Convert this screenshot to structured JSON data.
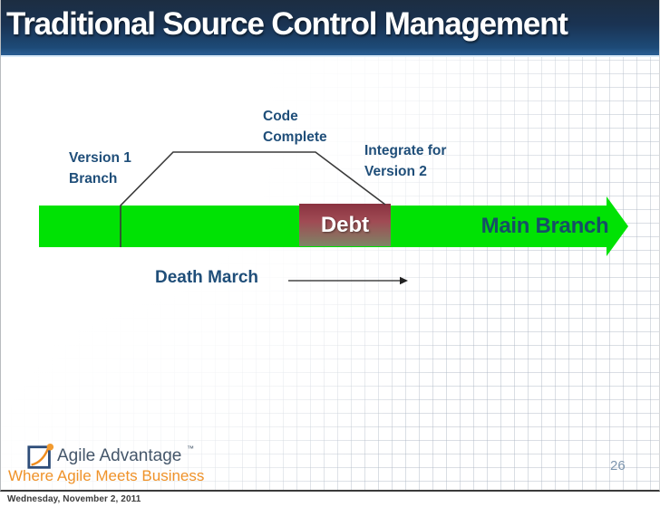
{
  "title_bar": {
    "title": "Traditional Source Control Management"
  },
  "diagram": {
    "version1_line1": "Version 1",
    "version1_line2": "Branch",
    "code_line1": "Code",
    "code_line2": "Complete",
    "integrate_line1": "Integrate for",
    "integrate_line2": "Version 2",
    "debt_label": "Debt",
    "main_branch_label": "Main Branch",
    "death_march_label": "Death March",
    "colors": {
      "arrow_green": "#00E204",
      "debt_gradient_top": "#8A3340",
      "debt_gradient_bottom": "#7E8566",
      "label_blue": "#1F4E79",
      "main_branch_text": "#164F66",
      "branch_line": "#3A3A3A",
      "title_bar_top": "#1C2D41",
      "title_bar_bottom": "#285B8F"
    }
  },
  "footer": {
    "logo_name": "Agile Advantage",
    "logo_tm": "™",
    "logo_tagline": "Where Agile Meets Business",
    "logo_orange": "#EF9229",
    "logo_navy": "#44566A",
    "page_number": "26",
    "date": "Wednesday, November 2, 2011"
  }
}
